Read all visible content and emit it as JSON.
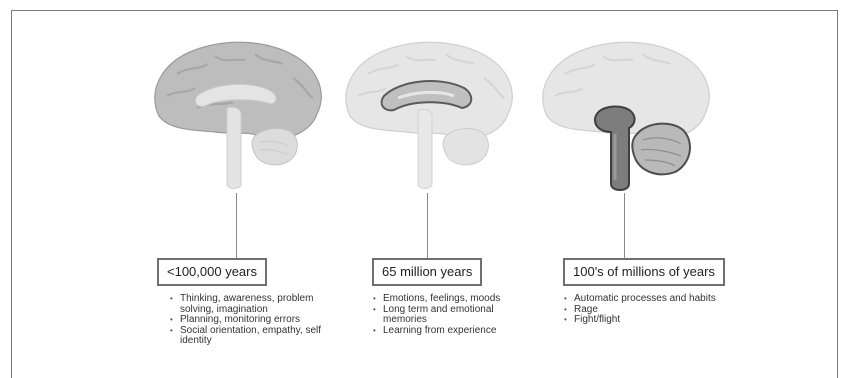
{
  "stages": [
    {
      "era": "<100,000 years",
      "bullets": [
        "Thinking, awareness, problem solving, imagination",
        "Planning, monitoring errors",
        "Social orientation, empathy, self identity"
      ]
    },
    {
      "era": "65 million years",
      "bullets": [
        "Emotions, feelings, moods",
        "Long term and emotional memories",
        "Learning from experience"
      ]
    },
    {
      "era": "100's of millions of years",
      "bullets": [
        "Automatic processes and habits",
        "Rage",
        "Fight/flight"
      ]
    }
  ],
  "colors": {
    "cortex_highlight": "#bdbdbd",
    "cortex_faded": "#e6e6e6",
    "limbic_highlight": "#bfbfbf",
    "brainstem_highlight": "#7d7d7d",
    "frame": "#7a7a7a"
  }
}
